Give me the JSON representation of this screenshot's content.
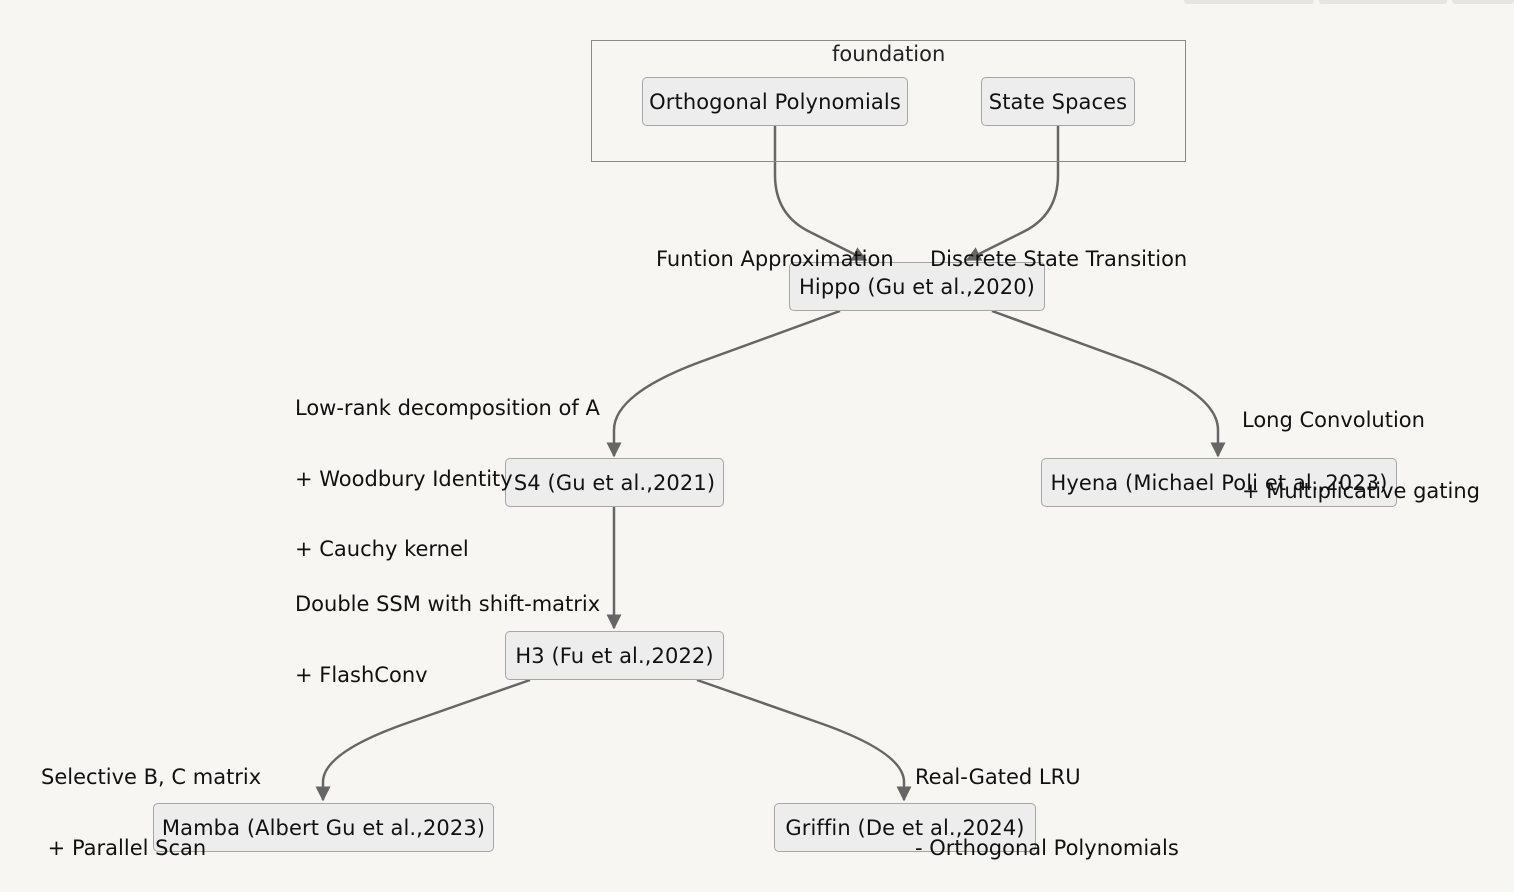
{
  "cluster": {
    "title": "foundation"
  },
  "nodes": {
    "orthogonal": "Orthogonal Polynomials",
    "state_spaces": "State Spaces",
    "hippo": "Hippo (Gu et al.,2020)",
    "s4": "S4 (Gu et al.,2021)",
    "hyena": "Hyena (Michael Poli et al.,2023)",
    "h3": "H3 (Fu et al.,2022)",
    "mamba": "Mamba (Albert Gu et al.,2023)",
    "griffin": "Griffin (De et al.,2024)"
  },
  "edges": {
    "ortho_hippo": [
      "Funtion Approximation"
    ],
    "state_hippo": [
      "Discrete State Transition"
    ],
    "hippo_s4": [
      "Low-rank decomposition of A",
      "+ Woodbury Identity",
      "+ Cauchy kernel"
    ],
    "hippo_hyena": [
      "Long Convolution",
      "+ Multiplicative gating"
    ],
    "s4_h3": [
      "Double SSM with shift-matrix",
      "+ FlashConv"
    ],
    "h3_mamba": [
      "Selective B, C matrix",
      " + Parallel Scan"
    ],
    "h3_griffin": [
      "Real-Gated LRU",
      "- Orthogonal Polynomials"
    ]
  },
  "colors": {
    "background": "#f7f6f2",
    "node_fill": "#ededed",
    "node_border": "#a6a6a6",
    "edge": "#666666"
  }
}
